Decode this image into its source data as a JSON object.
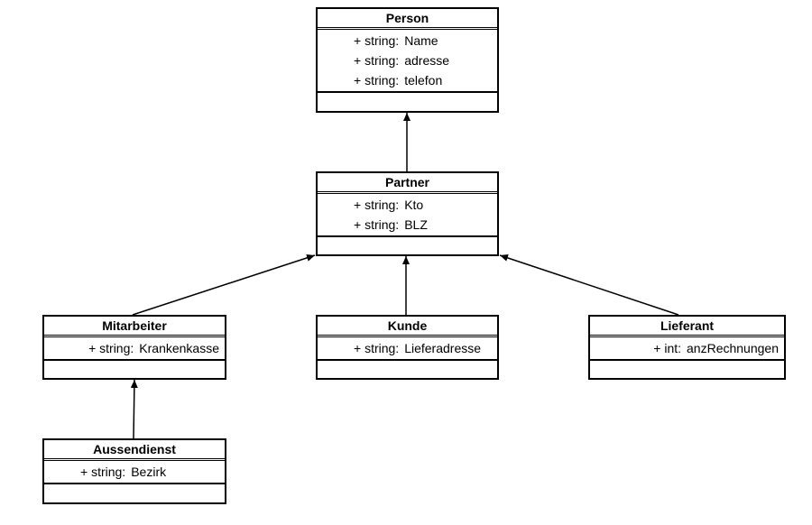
{
  "diagram": {
    "classes": [
      {
        "id": "person",
        "name": "Person",
        "attributes": [
          {
            "prefix": "+ string:",
            "field": "Name"
          },
          {
            "prefix": "+ string:",
            "field": "adresse"
          },
          {
            "prefix": "+ string:",
            "field": "telefon"
          }
        ]
      },
      {
        "id": "partner",
        "name": "Partner",
        "attributes": [
          {
            "prefix": "+ string:",
            "field": "Kto"
          },
          {
            "prefix": "+ string:",
            "field": "BLZ"
          }
        ]
      },
      {
        "id": "mitarbeiter",
        "name": "Mitarbeiter",
        "attributes": [
          {
            "prefix": "+ string:",
            "field": "Krankenkasse"
          }
        ]
      },
      {
        "id": "kunde",
        "name": "Kunde",
        "attributes": [
          {
            "prefix": "+ string:",
            "field": "Lieferadresse"
          }
        ]
      },
      {
        "id": "lieferant",
        "name": "Lieferant",
        "attributes": [
          {
            "prefix": "+ int:",
            "field": "anzRechnungen"
          }
        ]
      },
      {
        "id": "aussendienst",
        "name": "Aussendienst",
        "attributes": [
          {
            "prefix": "+ string:",
            "field": "Bezirk"
          }
        ]
      }
    ],
    "relations": [
      {
        "type": "inheritance",
        "from": "partner",
        "to": "person"
      },
      {
        "type": "inheritance",
        "from": "mitarbeiter",
        "to": "partner"
      },
      {
        "type": "inheritance",
        "from": "kunde",
        "to": "partner"
      },
      {
        "type": "inheritance",
        "from": "lieferant",
        "to": "partner"
      },
      {
        "type": "inheritance",
        "from": "aussendienst",
        "to": "mitarbeiter"
      }
    ]
  }
}
